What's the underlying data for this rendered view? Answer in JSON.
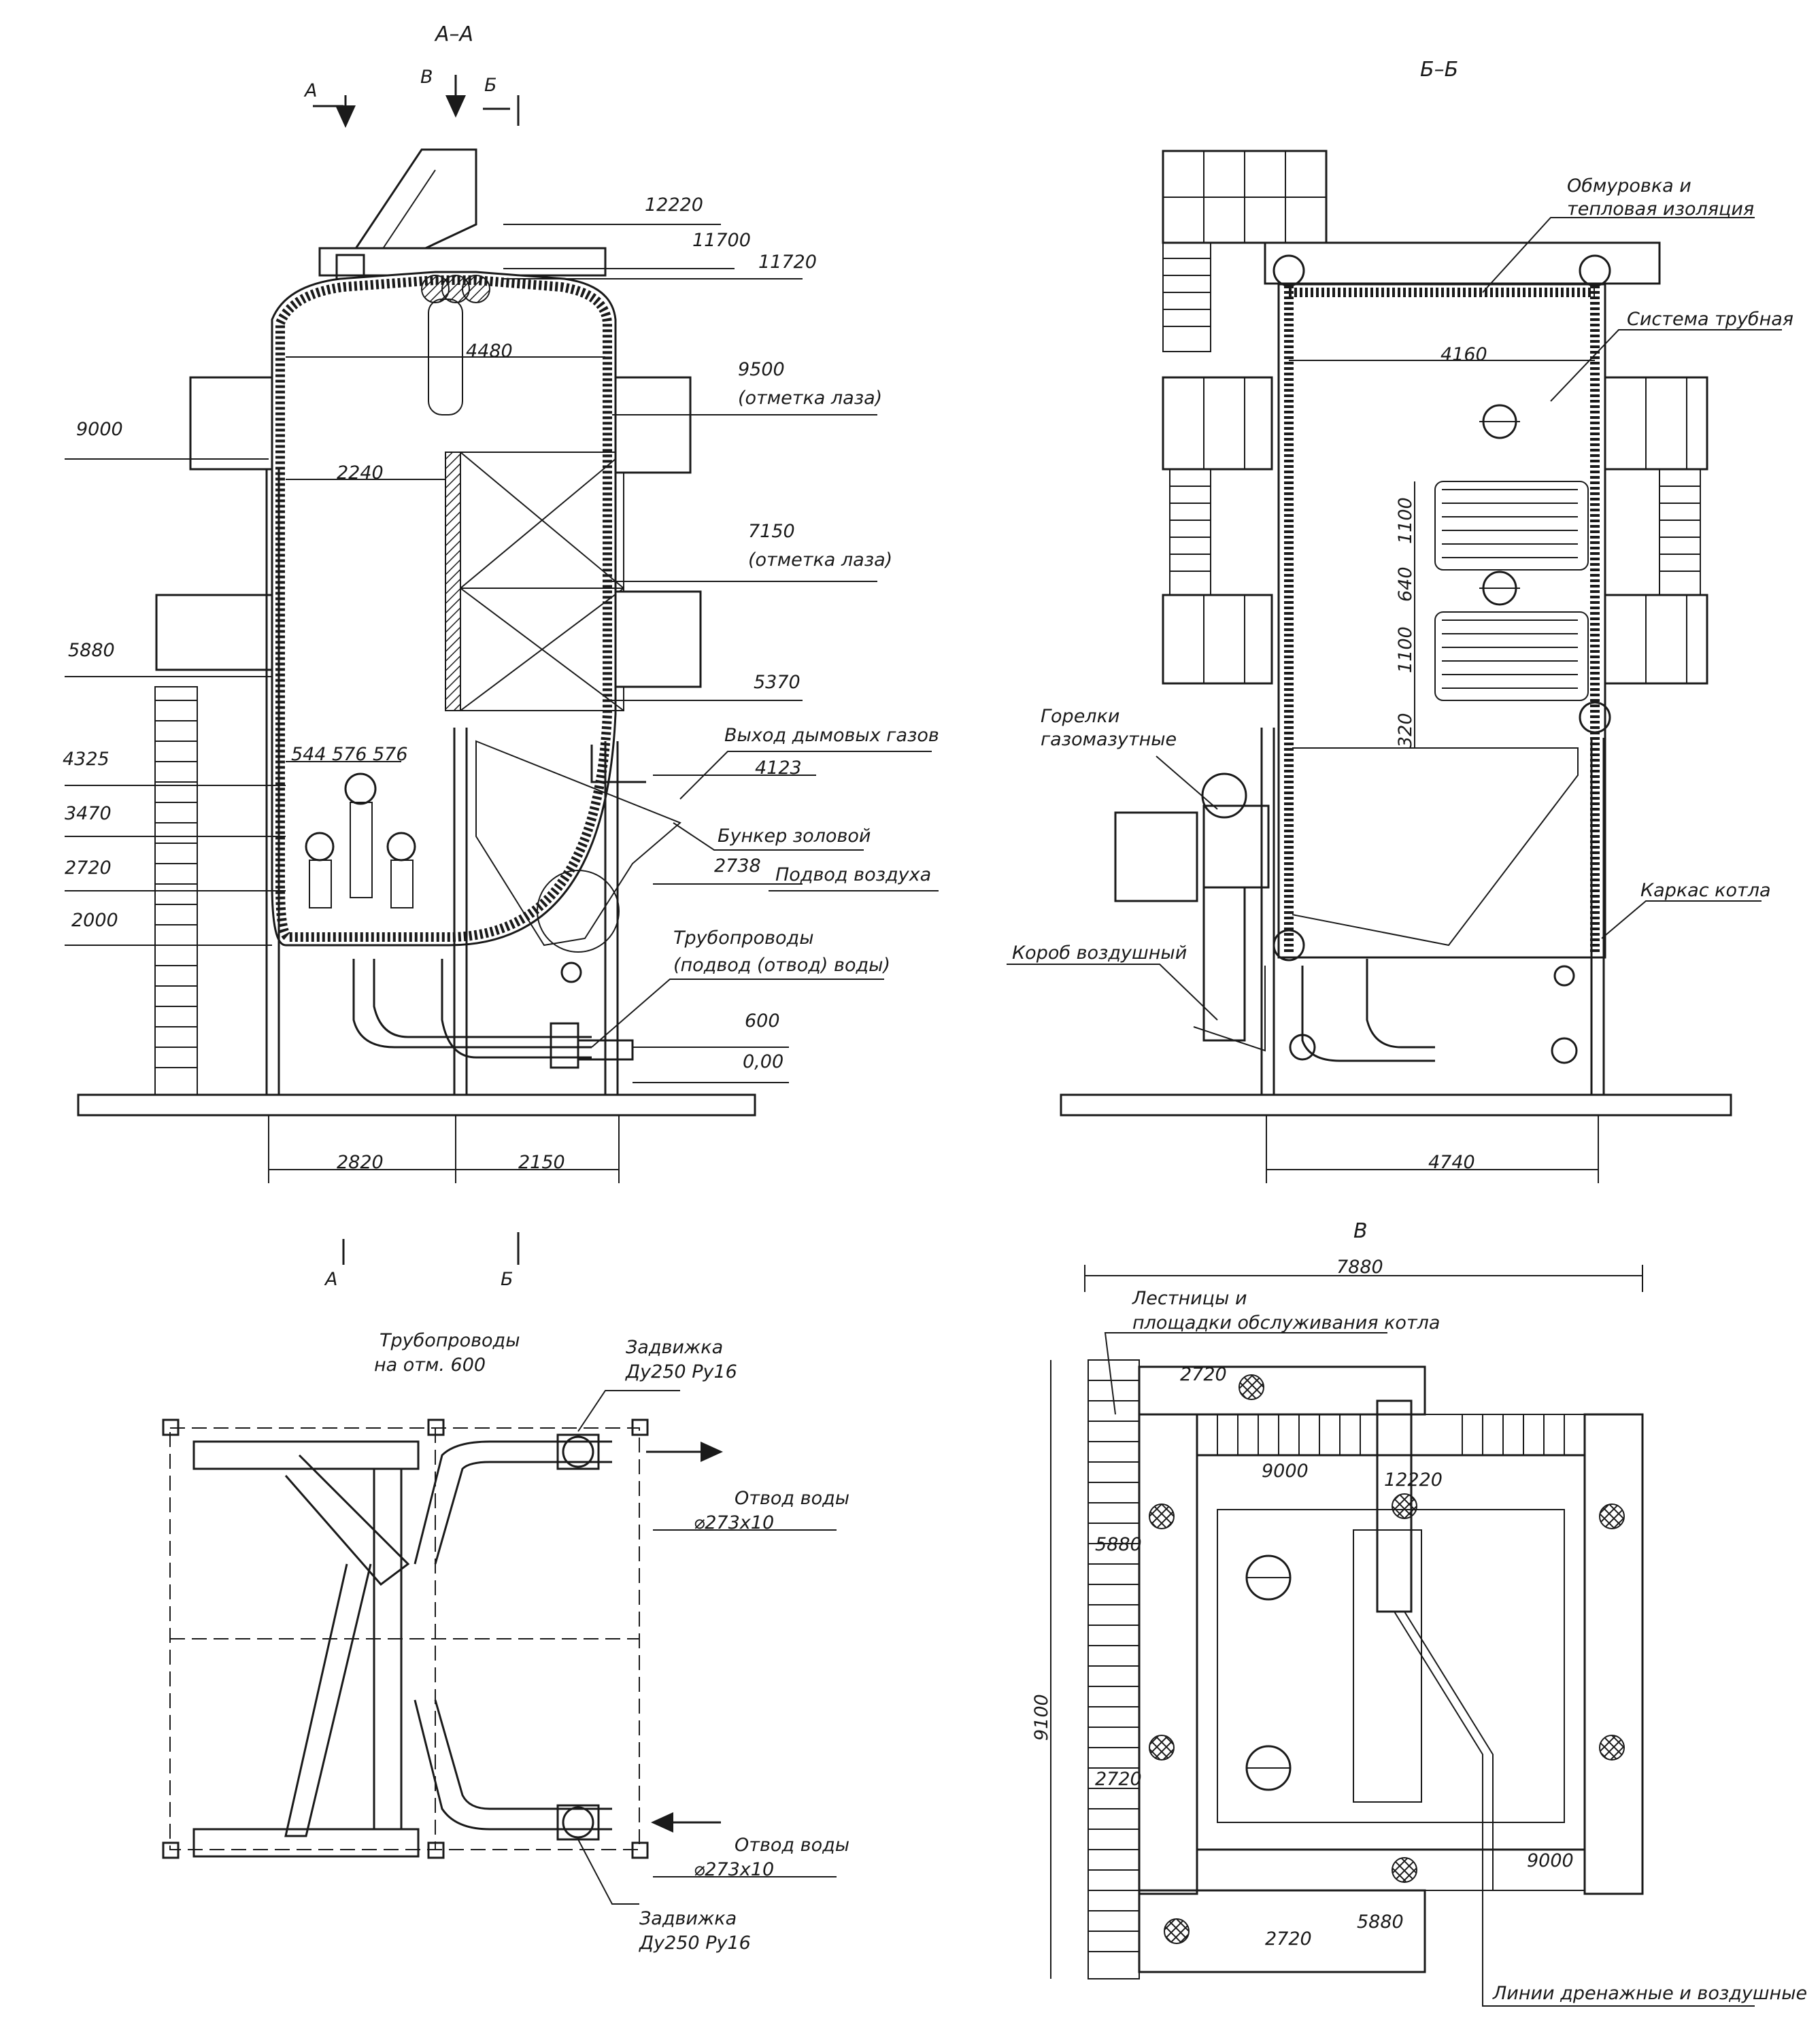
{
  "views": {
    "aa": {
      "title": "А–А",
      "section_marks": [
        "А",
        "В",
        "Б"
      ],
      "bottom_marks": [
        "А",
        "Б"
      ],
      "elevations": [
        "12220",
        "11700",
        "11720",
        "9500",
        "(отметка лаза)",
        "9000",
        "7150",
        "(отметка лаза)",
        "5880",
        "5370",
        "4325",
        "4123",
        "3470",
        "2738",
        "2720",
        "2000",
        "600",
        "0,00"
      ],
      "dims": [
        "4480",
        "2240",
        "544",
        "576",
        "576",
        "2820",
        "2150"
      ],
      "labels": {
        "flue_gas_exit": "Выход дымовых газов",
        "ash_bunker": "Бункер золовой",
        "air_supply": "Подвод воздуха",
        "pipelines_1": "Трубопроводы",
        "pipelines_2": "(подвод (отвод) воды)"
      }
    },
    "bb": {
      "title": "Б–Б",
      "dims": [
        "4160",
        "1100",
        "640",
        "1100",
        "320",
        "4740"
      ],
      "labels": {
        "lining_1": "Обмуровка и",
        "lining_2": "тепловая изоляция",
        "tube_system": "Система трубная",
        "burners_1": "Горелки",
        "burners_2": "газомазутные",
        "frame": "Каркас котла",
        "air_box": "Короб воздушный"
      }
    },
    "plan_pipes": {
      "title_1": "Трубопроводы",
      "title_2": "на отм. 600",
      "valve_top_1": "Задвижка",
      "valve_top_2": "Ду250 Ру16",
      "drain_top_1": "Отвод воды",
      "drain_top_2": "⌀273х10",
      "drain_bottom_1": "Отвод воды",
      "drain_bottom_2": "⌀273х10",
      "valve_bottom_1": "Задвижка",
      "valve_bottom_2": "Ду250 Ру16"
    },
    "view_v": {
      "title": "В",
      "dims": [
        "7880",
        "9100"
      ],
      "levels": [
        "2720",
        "9000",
        "12220",
        "5880",
        "2720",
        "9000",
        "2720",
        "5880"
      ],
      "labels": {
        "stairs_1": "Лестницы и",
        "stairs_2": "площадки обслуживания котла",
        "lines": "Линии дренажные и воздушные"
      }
    }
  }
}
